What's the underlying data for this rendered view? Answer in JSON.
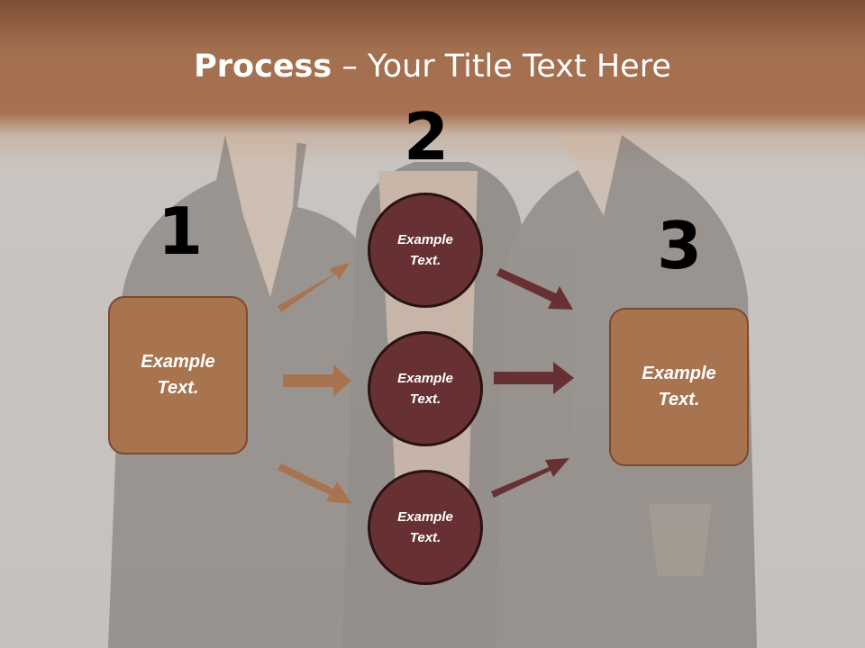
{
  "title": {
    "bold": "Process",
    "rest": " – Your Title Text Here"
  },
  "steps": {
    "one": "1",
    "two": "2",
    "three": "3"
  },
  "boxes": {
    "left": "Example Text.",
    "right": "Example Text."
  },
  "circles": {
    "top": "Example Text.",
    "middle": "Example Text.",
    "bottom": "Example Text."
  },
  "colors": {
    "header_brown": "#a26f4f",
    "box_fill": "#a87450",
    "circle_fill": "#673133",
    "arrow_left": "#a87450",
    "arrow_right": "#673133",
    "background_gray": "#c8c3bf"
  }
}
